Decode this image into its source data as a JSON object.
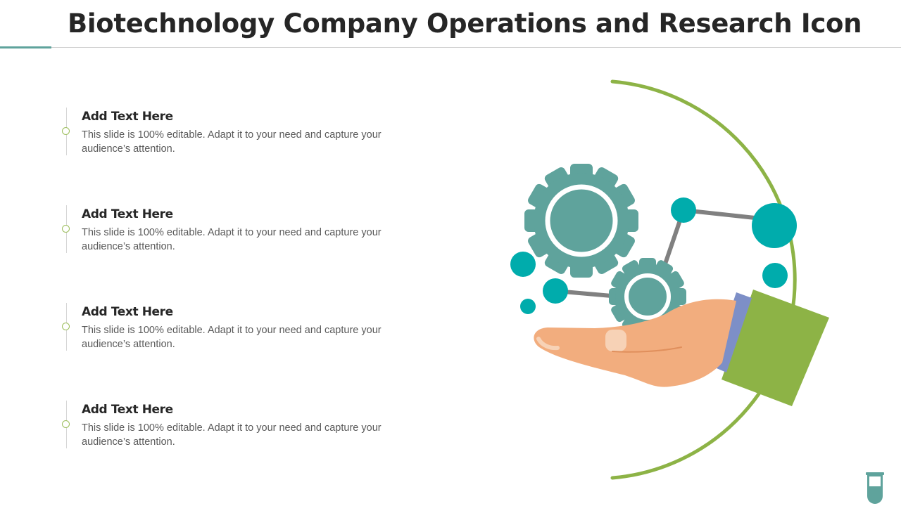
{
  "slide": {
    "title": "Biotechnology Company Operations and Research Icon"
  },
  "items": [
    {
      "heading": "Add Text Here",
      "body": "This slide is 100% editable. Adapt it to your need and capture your audience’s attention."
    },
    {
      "heading": "Add Text Here",
      "body": "This slide is 100% editable. Adapt it to your need and capture your audience’s attention."
    },
    {
      "heading": "Add Text Here",
      "body": "This slide is 100% editable. Adapt it to your need and capture your audience’s attention."
    },
    {
      "heading": "Add Text Here",
      "body": "This slide is 100% editable. Adapt it to your need and capture your audience’s attention."
    }
  ],
  "illustration": {
    "icon": "hand-holding-gears-and-molecule-icon",
    "colors": {
      "gear": "#5fa39c",
      "molecule": "#00acac",
      "bond": "#808080",
      "arc": "#8db346",
      "sleeve": "#8db346",
      "cuff": "#7d8fc7",
      "hand": "#f2ad7e"
    }
  },
  "footer": {
    "icon": "test-tube-icon"
  }
}
